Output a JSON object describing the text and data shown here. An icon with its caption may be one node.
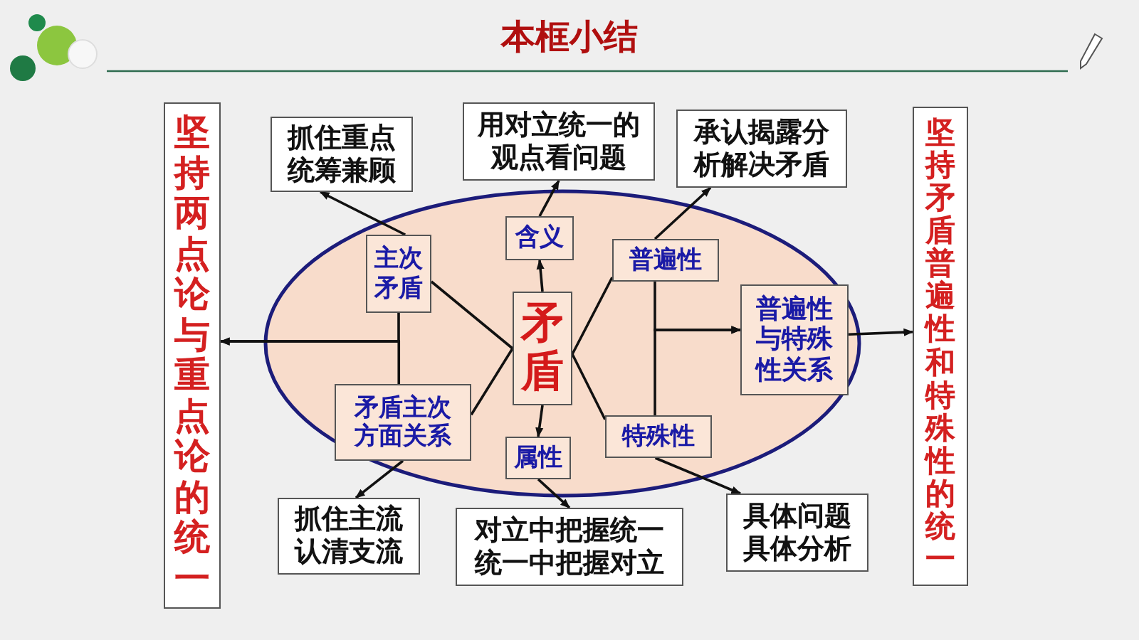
{
  "diagram": {
    "title": "本框小结",
    "nodes": [
      {
        "text": [],
        "shape": "ellipse"
      },
      {
        "text": [
          "坚持两点论与重点论的统一"
        ]
      },
      {
        "text": [
          "抓住重点统筹兼顾"
        ]
      },
      {
        "text": [
          "用对立统一的观点看问题"
        ]
      },
      {
        "text": [
          "承认揭露分析解决矛盾"
        ]
      },
      {
        "text": [
          "坚持矛盾普遍性和特殊性的统一"
        ]
      },
      {
        "text": [
          "主次矛盾"
        ],
        "in": 0
      },
      {
        "text": [
          "含义"
        ],
        "in": 0
      },
      {
        "text": [
          "矛盾"
        ],
        "in": 0
      },
      {
        "text": [
          "普遍性"
        ],
        "in": 0
      },
      {
        "text": [
          "普遍性与特殊性关系"
        ],
        "in": 0
      },
      {
        "text": [
          "矛盾主次方面关系"
        ],
        "in": 0
      },
      {
        "text": [
          "属性"
        ],
        "in": 0
      },
      {
        "text": [
          "特殊性"
        ],
        "in": 0
      },
      {
        "text": [
          "抓住主流认清支流"
        ]
      },
      {
        "text": [
          "对立中把握统一统一中把握对立"
        ]
      },
      {
        "text": [
          "具体问题具体分析"
        ]
      }
    ],
    "edges": [
      {
        "from": 8,
        "to": 7,
        "arrow": "to"
      },
      {
        "from": 7,
        "to": 3,
        "arrow": "to"
      },
      {
        "from": 8,
        "to": 12,
        "arrow": "to"
      },
      {
        "from": 12,
        "to": 15,
        "arrow": "to"
      },
      {
        "from": 6,
        "to": 2,
        "arrow": "to"
      },
      {
        "from": 11,
        "to": 14,
        "arrow": "to"
      },
      {
        "from": 9,
        "to": 4,
        "arrow": "to"
      },
      {
        "from": 13,
        "to": 16,
        "arrow": "to"
      },
      {
        "from": 8,
        "to": 6,
        "arrow": "none"
      },
      {
        "from": 8,
        "to": 11,
        "arrow": "none"
      },
      {
        "from": 8,
        "to": 9,
        "arrow": "none"
      },
      {
        "from": 8,
        "to": 13,
        "arrow": "none"
      },
      {
        "from": 6,
        "to": 1,
        "arrow": "to"
      },
      {
        "from": 11,
        "to": 1,
        "arrow": "to"
      },
      {
        "from": 9,
        "to": 10,
        "arrow": "to"
      },
      {
        "from": 13,
        "to": 10,
        "arrow": "to"
      },
      {
        "from": 10,
        "to": 5,
        "arrow": "to"
      }
    ]
  }
}
